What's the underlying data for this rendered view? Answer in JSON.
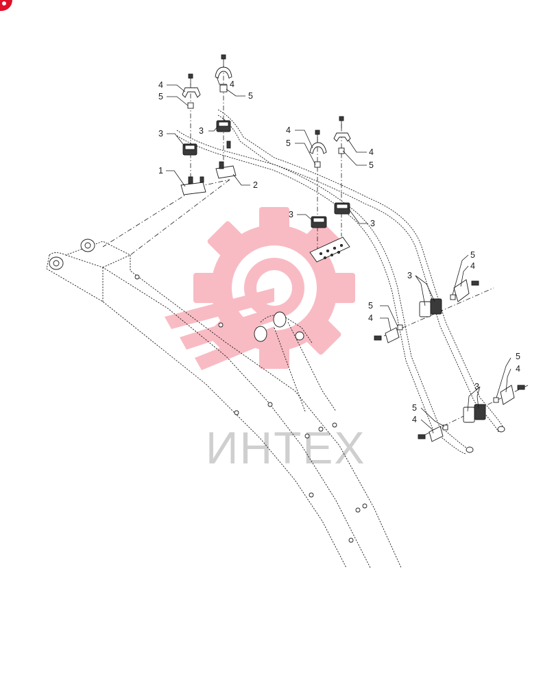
{
  "watermark": {
    "text": "ИНТЕХ",
    "brand_color": "#e8102a"
  },
  "callouts": [
    {
      "id": "c-4-a",
      "text": "4"
    },
    {
      "id": "c-5-a",
      "text": "5"
    },
    {
      "id": "c-3-a",
      "text": "3"
    },
    {
      "id": "c-1",
      "text": "1"
    },
    {
      "id": "c-4-b",
      "text": "4"
    },
    {
      "id": "c-5-b",
      "text": "5"
    },
    {
      "id": "c-3-b",
      "text": "3"
    },
    {
      "id": "c-2",
      "text": "2"
    },
    {
      "id": "c-4-c",
      "text": "4"
    },
    {
      "id": "c-5-c",
      "text": "5"
    },
    {
      "id": "c-4-d",
      "text": "4"
    },
    {
      "id": "c-5-d",
      "text": "5"
    },
    {
      "id": "c-3-c",
      "text": "3"
    },
    {
      "id": "c-3-d",
      "text": "3"
    },
    {
      "id": "c-5-e",
      "text": "5"
    },
    {
      "id": "c-4-e",
      "text": "4"
    },
    {
      "id": "c-3-e",
      "text": "3"
    },
    {
      "id": "c-5-f",
      "text": "5"
    },
    {
      "id": "c-4-f",
      "text": "4"
    },
    {
      "id": "c-5-g",
      "text": "5"
    },
    {
      "id": "c-4-g",
      "text": "4"
    },
    {
      "id": "c-3-f",
      "text": "3"
    },
    {
      "id": "c-5-h",
      "text": "5"
    },
    {
      "id": "c-4-h",
      "text": "4"
    }
  ]
}
